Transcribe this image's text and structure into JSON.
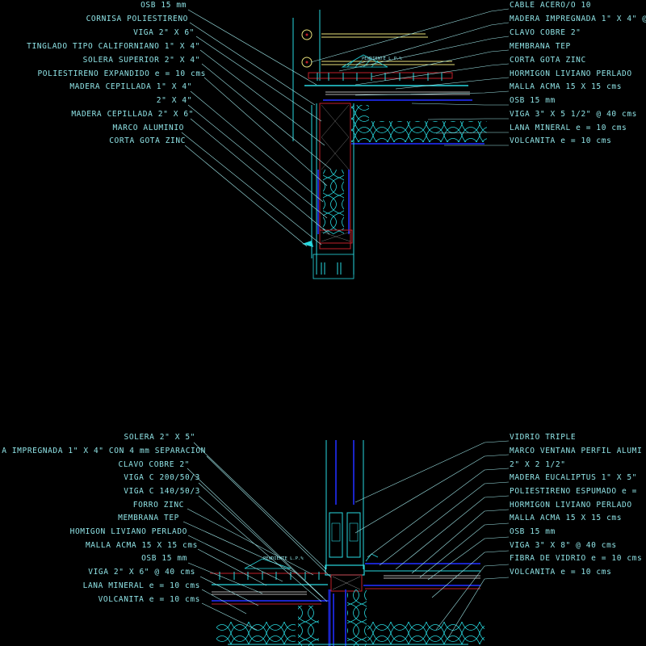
{
  "colors": {
    "background": "#000000",
    "text": "#8fe3e6",
    "leader": "#9fe6e8",
    "cyan": "#27d8df",
    "red": "#c0202a",
    "blue": "#1a24c8",
    "yellow": "#e8e07a",
    "white": "#e8e8e8"
  },
  "top_detail": {
    "slope_label": "PENDIENTE L.P.%",
    "left_labels": [
      "OSB 15 mm",
      "CORNISA POLIESTIRENO",
      "VIGA 2\" X 6\"",
      "TINGLADO TIPO CALIFORNIANO 1\" X 4\"",
      "SOLERA SUPERIOR 2\" X 4\"",
      "POLIESTIRENO EXPANDIDO e = 10 cms",
      "MADERA CEPILLADA 1\" X 4\"",
      "2\" X 4\"",
      "MADERA CEPILLADA 2\" X 6\"",
      "MARCO ALUMINIO",
      "CORTA GOTA ZINC"
    ],
    "right_labels": [
      "CABLE ACERO/O 10",
      "MADERA IMPREGNADA 1\" X 4\" @",
      "CLAVO COBRE 2\"",
      "MEMBRANA TEP",
      "CORTA GOTA ZINC",
      "HORMIGON LIVIANO PERLADO",
      "MALLA ACMA 15 X 15 cms",
      "OSB 15 mm",
      "VIGA 3\" X 5 1/2\" @ 40 cms",
      "LANA MINERAL e = 10 cms",
      "VOLCANITA e = 10 cms"
    ]
  },
  "bottom_detail": {
    "slope_label": "PENDIENTE L.P.%",
    "left_labels": [
      "SOLERA 2\" X 5\"",
      "A IMPREGNADA 1\" X 4\" CON 4 mm SEPARACION",
      "CLAVO COBRE 2\"",
      "VIGA C 200/50/3",
      "VIGA C 140/50/3",
      "FORRO ZINC",
      "MEMBRANA TEP",
      "HOMIGON LIVIANO PERLADO",
      "MALLA ACMA 15 X 15 cms",
      "OSB 15 mm",
      "VIGA 2\" X 6\" @ 40 cms",
      "LANA MINERAL e = 10 cms",
      "VOLCANITA e = 10 cms"
    ],
    "right_labels": [
      "VIDRIO TRIPLE",
      "MARCO VENTANA PERFIL ALUMI",
      "2\" X 2 1/2\"",
      "MADERA EUCALIPTUS 1\" X 5\"",
      "POLIESTIRENO ESPUMADO e =",
      "HORMIGON LIVIANO PERLADO",
      "MALLA ACMA 15 X 15 cms",
      "OSB 15 mm",
      "VIGA 3\" X 8\" @ 40 cms",
      "FIBRA DE VIDRIO e = 10 cms",
      "VOLCANITA e = 10 cms"
    ]
  }
}
